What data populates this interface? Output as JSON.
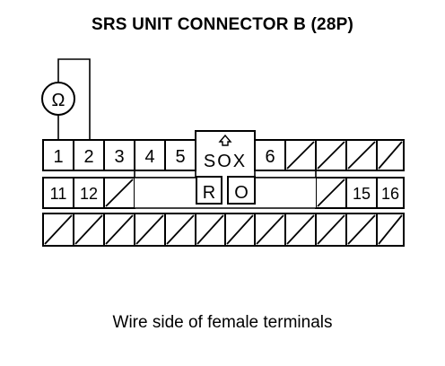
{
  "diagram": {
    "title": "SRS UNIT CONNECTOR B (28P)",
    "caption": "Wire side of female terminals",
    "meter_symbol": "Ω",
    "key_text": "SOX",
    "key_arrow_icon": "up-arrow-icon",
    "row1_pins": [
      "1",
      "2",
      "3",
      "4",
      "5",
      "6"
    ],
    "row2_pins": [
      "11",
      "12",
      "15",
      "16"
    ],
    "middle_boxes": [
      "R",
      "O"
    ]
  }
}
